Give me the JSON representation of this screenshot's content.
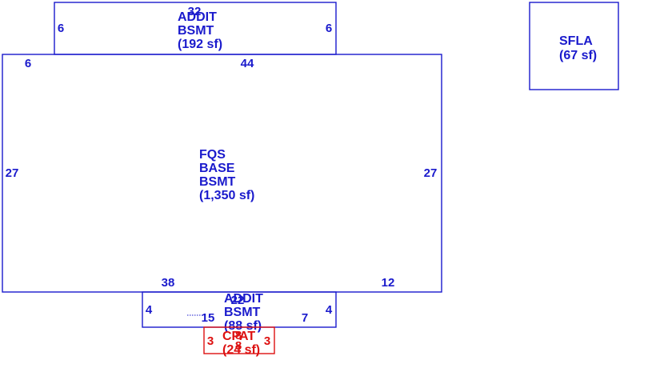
{
  "colors": {
    "living": "#1a1acc",
    "porch": "#dd1111"
  },
  "rooms": {
    "top_addition": {
      "line1": "ADDIT",
      "line2": "BSMT",
      "area": "(192 sf)",
      "dims": {
        "top": "32",
        "left": "6",
        "right": "6"
      }
    },
    "sfla": {
      "line1": "SFLA",
      "area": "(67 sf)"
    },
    "base": {
      "line1": "FQS",
      "line2": "BASE",
      "line3": "BSMT",
      "area": "(1,350 sf)",
      "dims": {
        "top": "44",
        "top_left": "6",
        "left": "27",
        "right": "27",
        "bottom_left": "38",
        "bottom_right": "12"
      }
    },
    "bottom_addition": {
      "line1": "ADDIT",
      "line2": "BSMT",
      "area": "(88 sf)",
      "dims": {
        "top": "22",
        "left": "4",
        "right": "4",
        "inner_left": "15",
        "inner_right": "7"
      }
    },
    "porch": {
      "line1": "CPAT",
      "area": "(24 sf)",
      "dims": {
        "top": "8",
        "left": "3",
        "right": "3",
        "bottom": "8"
      }
    }
  }
}
